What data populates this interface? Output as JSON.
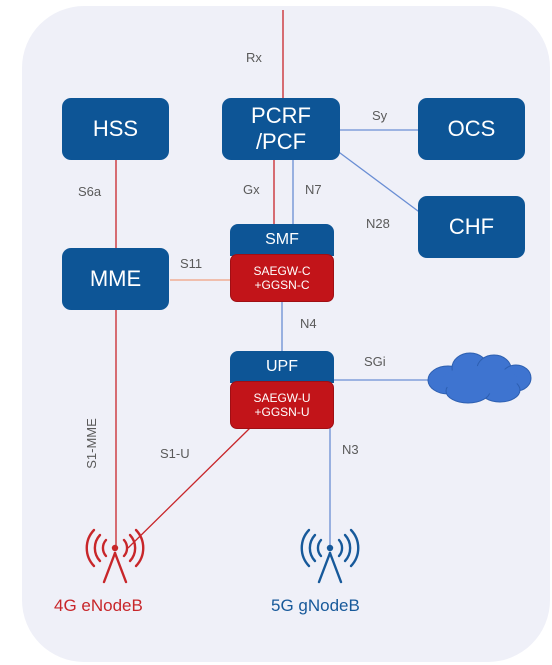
{
  "colors": {
    "background": "#eff0f8",
    "node": "#0d5596",
    "gateway": "#c21419",
    "line_red": "#c8262a",
    "line_blue": "#6a8ed4",
    "line_orange": "#f0a080",
    "enodeb": "#c8262a",
    "gnodeb": "#17599a"
  },
  "nodes": {
    "hss": "HSS",
    "pcrf_line1": "PCRF",
    "pcrf_line2": "/PCF",
    "ocs": "OCS",
    "chf": "CHF",
    "mme": "MME",
    "smf": "SMF",
    "smf_gw_line1": "SAEGW-C",
    "smf_gw_line2": "+GGSN-C",
    "upf": "UPF",
    "upf_gw_line1": "SAEGW-U",
    "upf_gw_line2": "+GGSN-U"
  },
  "interfaces": {
    "rx": "Rx",
    "sy": "Sy",
    "s6a": "S6a",
    "gx": "Gx",
    "n7": "N7",
    "n28": "N28",
    "s11": "S11",
    "n4": "N4",
    "sgi": "SGi",
    "s1_mme": "S1-MME",
    "s1_u": "S1-U",
    "n3": "N3"
  },
  "icons": {
    "cloud": "cloud-icon",
    "enodeb": "antenna-icon",
    "gnodeb": "antenna-icon"
  },
  "stations": {
    "enodeb": "4G eNodeB",
    "gnodeb": "5G gNodeB"
  }
}
